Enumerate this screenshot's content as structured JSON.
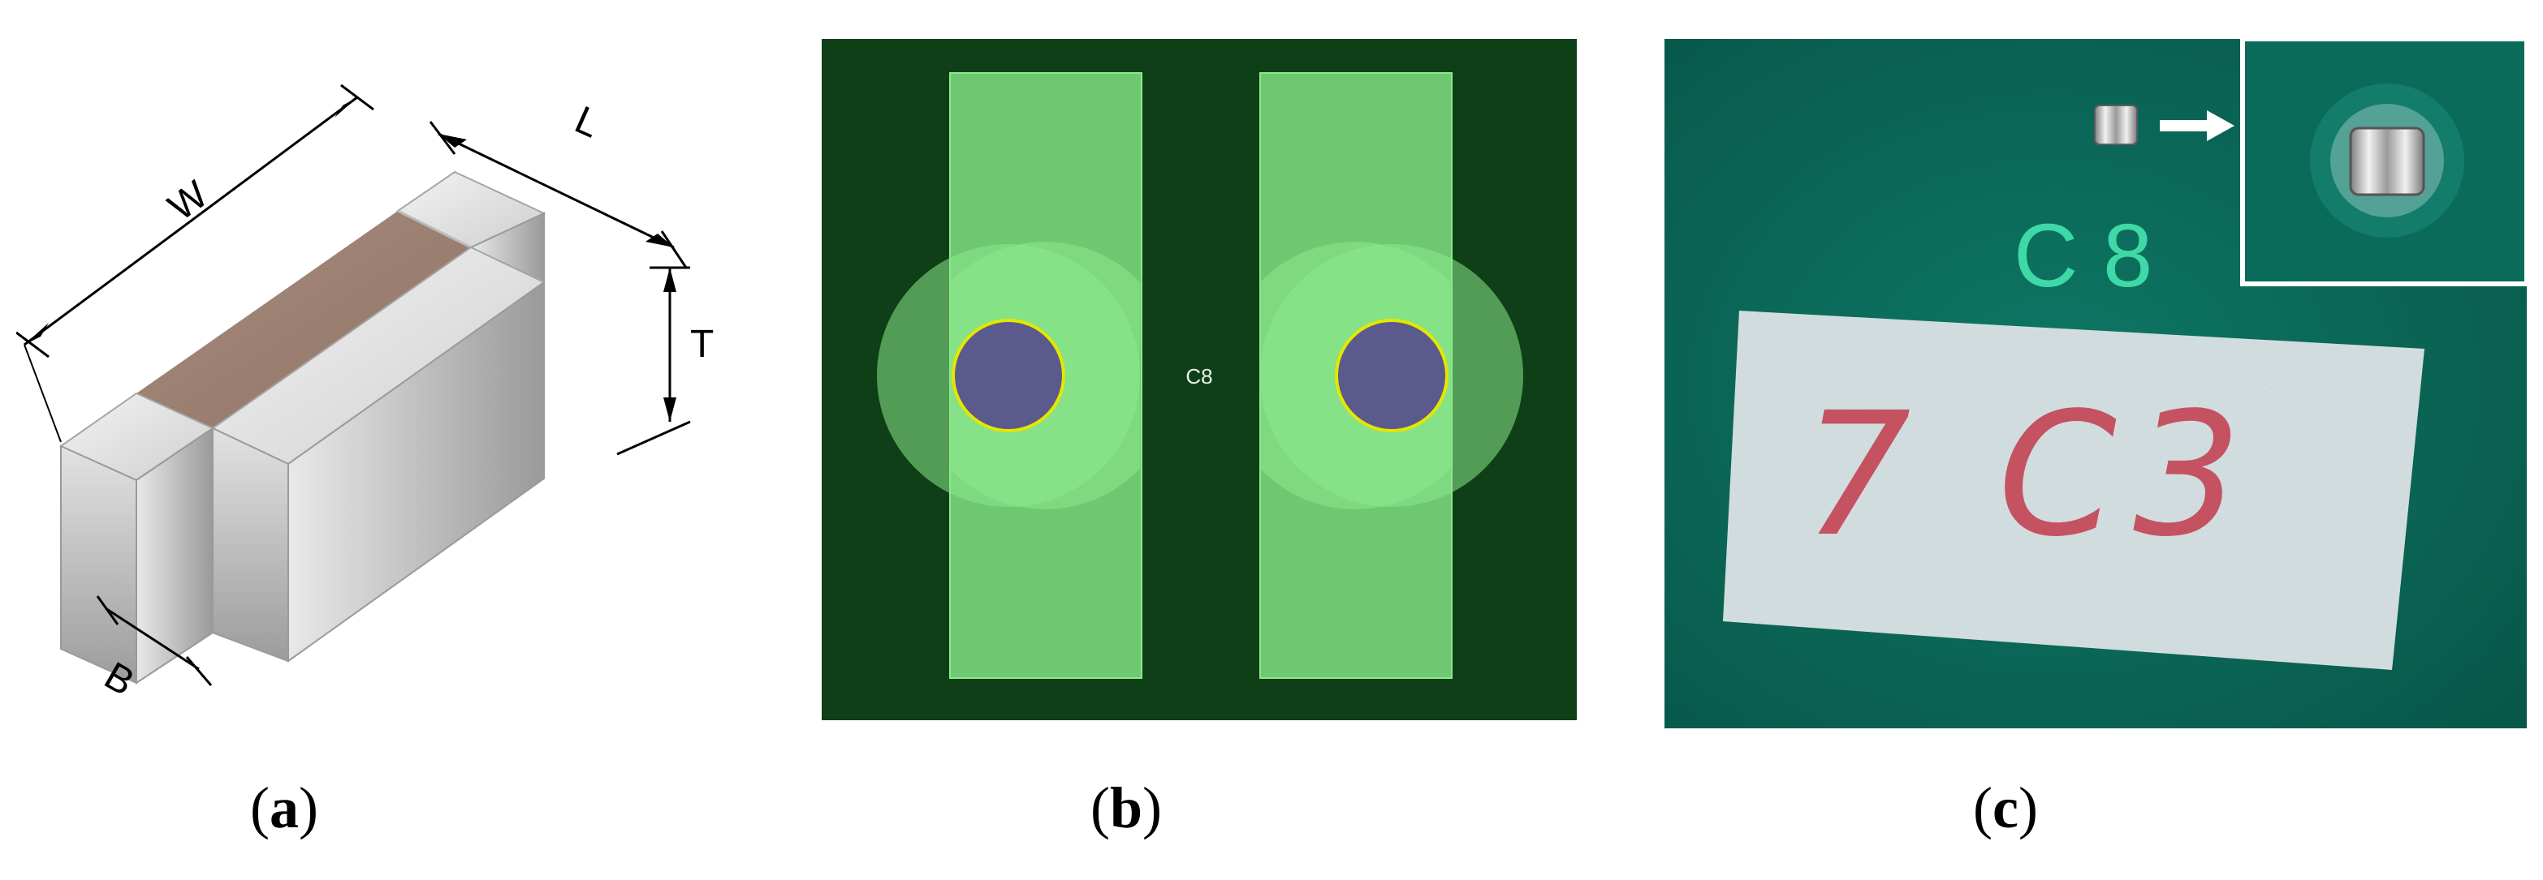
{
  "figure": {
    "panel_a": {
      "dimension_labels": {
        "w": "W",
        "l": "L",
        "t": "T",
        "b": "B"
      },
      "caption": {
        "open": "(",
        "letter": "a",
        "close": ")"
      }
    },
    "panel_b": {
      "designator": "C8",
      "colors": {
        "board": "#0f3f16",
        "pad": "#6ec872",
        "ring": "#8de98c",
        "hole": "#5a5a8c",
        "hole_rim": "#e7e600"
      },
      "caption": {
        "open": "(",
        "letter": "b",
        "close": ")"
      }
    },
    "panel_c": {
      "silkscreen_label": "C 8",
      "handwritten_label": "7 C3",
      "colors": {
        "board": "#0b6b5a",
        "silkscreen": "#3fd9a8",
        "tape": "#d6e3e6",
        "ink": "#c23a4a"
      },
      "caption": {
        "open": "(",
        "letter": "c",
        "close": ")"
      }
    }
  }
}
